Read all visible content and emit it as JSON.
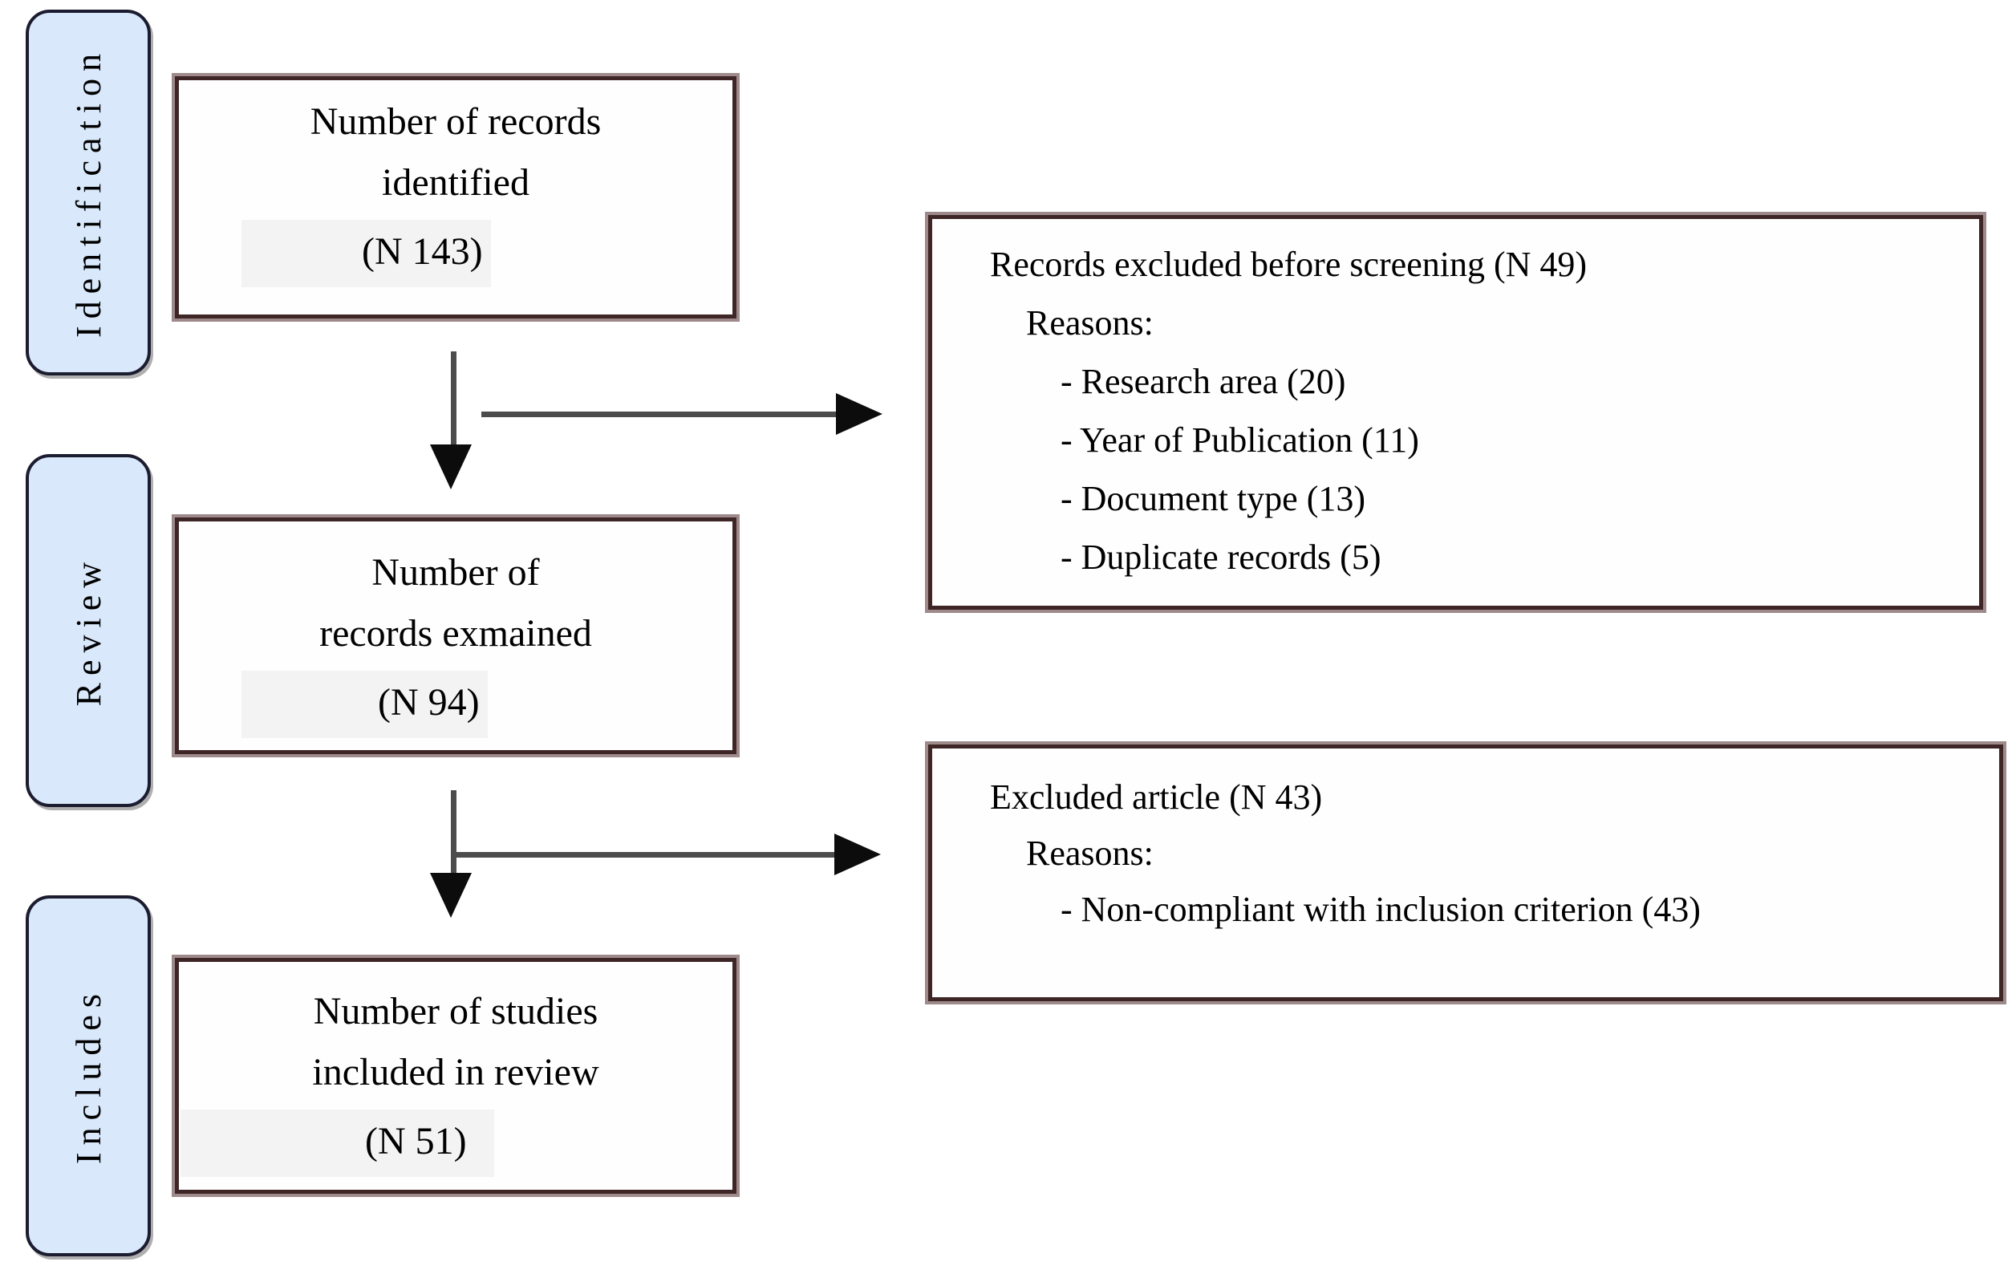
{
  "diagram": {
    "type": "literature-review-flow"
  },
  "colors": {
    "stage_fill": "#d9e9fb",
    "stage_border": "#1c1c30",
    "box_fill": "#fffefe",
    "box_border_inner": "#3f2626",
    "box_border_outer": "#9e8a8a",
    "count_highlight": "#f4f3f3",
    "arrow_line": "#4c4c4c",
    "arrow_head": "#0c0c0c",
    "text": "#000000"
  },
  "stages": [
    {
      "label": "Identification"
    },
    {
      "label": "Review"
    },
    {
      "label": "Includes"
    }
  ],
  "main_boxes": [
    {
      "line1": "Number of records",
      "line2": "identified",
      "count": "(N 143)"
    },
    {
      "line1": "Number of",
      "line2": "records exmained",
      "count": "(N 94)"
    },
    {
      "line1": "Number of studies",
      "line2": "included in review",
      "count": "(N 51)"
    }
  ],
  "exclusion_boxes": [
    {
      "title": "Records excluded before screening (N 49)",
      "reasons_label": "Reasons:",
      "reasons": [
        "- Research area (20)",
        "- Year of Publication (11)",
        "- Document type (13)",
        "- Duplicate records (5)"
      ]
    },
    {
      "title": "Excluded article (N 43)",
      "reasons_label": "Reasons:",
      "reasons": [
        "- Non-compliant with inclusion criterion (43)"
      ]
    }
  ]
}
